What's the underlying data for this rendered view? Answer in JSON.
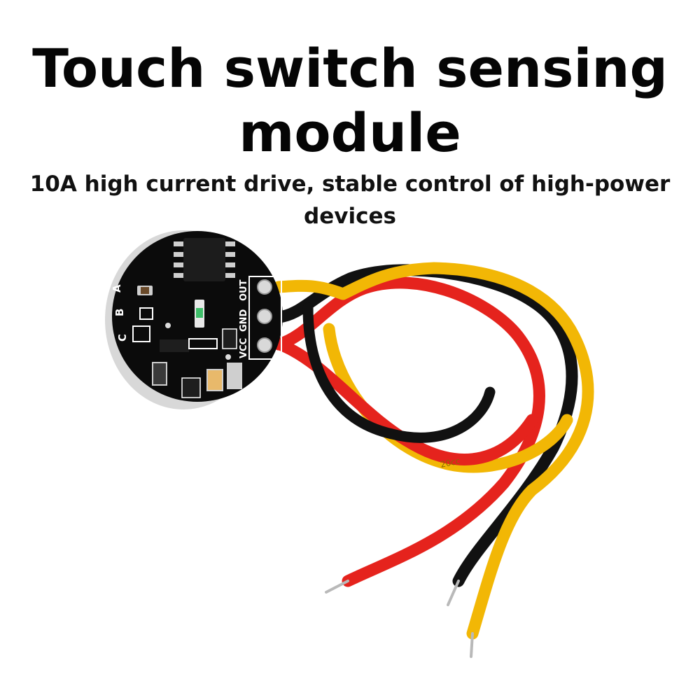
{
  "title_line1": "Touch switch sensing",
  "title_line2": "module",
  "subtitle_line1": "10A high current drive, stable control of high-power",
  "subtitle_line2": "devices",
  "board": {
    "pin_labels": [
      "OUT",
      "GND",
      "VCC"
    ],
    "jumper_labels": [
      "A",
      "B",
      "C"
    ]
  },
  "wire_print": "20cc",
  "colors": {
    "background": "#ffffff",
    "pcb": "#0b0b0b",
    "wire_yellow": "#f2b705",
    "wire_red": "#e5231d",
    "wire_black": "#111111",
    "led": "#3fbf6a"
  }
}
